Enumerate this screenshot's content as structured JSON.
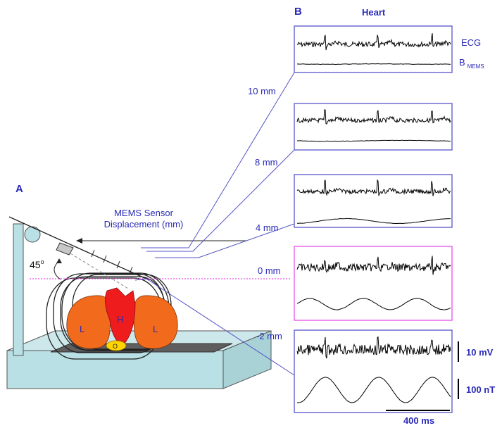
{
  "figure": {
    "panel_a_label": "A",
    "panel_b_label": "B",
    "panel_b_title": "Heart",
    "sensor_caption_line1": "MEMS Sensor",
    "sensor_caption_line2": "Displacement (mm)",
    "tilt_angle": "45",
    "tilt_angle_unit": "o",
    "organ_left_lung": "L",
    "organ_heart": "H",
    "organ_right_lung": "L",
    "organ_spine": "O",
    "trace_label_ecg": "ECG",
    "trace_label_bmems_main": "B",
    "trace_label_bmems_sub": "MEMS",
    "displacements": [
      "10 mm",
      "8 mm",
      "4 mm",
      "0 mm",
      "-2 mm"
    ],
    "scale_voltage": "10 mV",
    "scale_field": "100 nT",
    "scale_time": "400 ms"
  },
  "colors": {
    "accent_blue": "#2a2ab8",
    "trace_box_border": "#5555c8",
    "highlight_magenta": "#e64fe6",
    "lung_orange": "#f26a1b",
    "heart_red": "#ee1c1c",
    "spine_yellow": "#ffd400",
    "stand_cyan": "#b9e0e4",
    "table_dark": "#5e5e5e"
  }
}
